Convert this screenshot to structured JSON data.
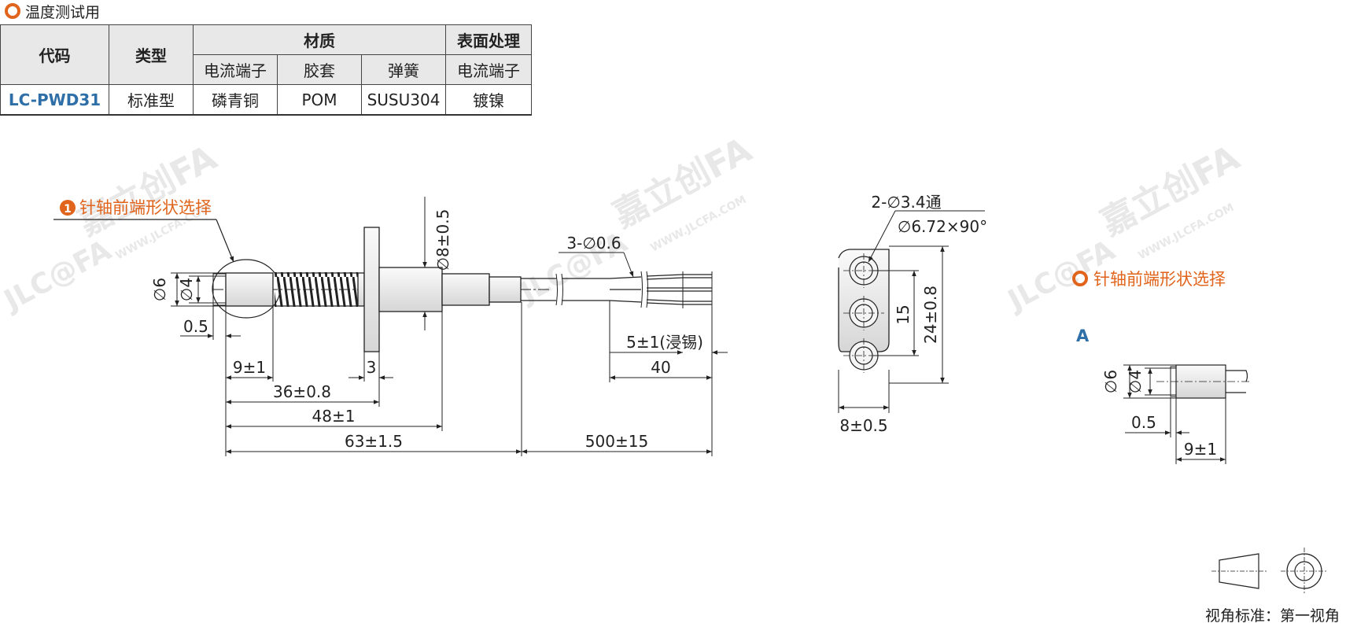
{
  "header": {
    "title": "温度测试用"
  },
  "table": {
    "col_code": "代码",
    "col_type": "类型",
    "col_material": "材质",
    "col_surface": "表面处理",
    "sub_terminal": "电流端子",
    "sub_sleeve": "胶套",
    "sub_spring": "弹簧",
    "sub_surface_terminal": "电流端子",
    "row": {
      "code": "LC-PWD31",
      "type": "标准型",
      "terminal": "磷青铜",
      "sleeve": "POM",
      "spring": "SUSU304",
      "surface": "镀镍"
    }
  },
  "drawing": {
    "callout_index": "1",
    "callout_text": "针轴前端形状选择",
    "detail_title": "针轴前端形状选择",
    "view_label": "A",
    "dims": {
      "d6": "∅6",
      "d4": "∅4",
      "d05": "0.5",
      "d9": "9±1",
      "d3": "3",
      "d36": "36±0.8",
      "d48": "48±1",
      "d63": "63±1.5",
      "d500": "500±15",
      "d8": "∅8±0.5",
      "wires": "3-∅0.6",
      "tin": "5±1(浸锡)",
      "d40": "40",
      "holes": "2-∅3.4通",
      "csk": "∅6.72×90°",
      "d15": "15",
      "d24": "24±0.8",
      "d8w": "8±0.5",
      "detail_d6": "∅6",
      "detail_d4": "∅4",
      "detail_d05": "0.5",
      "detail_d9": "9±1"
    },
    "projection": "视角标准：第一视角",
    "watermark_brand": "嘉立创FA",
    "watermark_url": "WWW.JLCFA.COM",
    "watermark_logo": "JLC@FA"
  }
}
